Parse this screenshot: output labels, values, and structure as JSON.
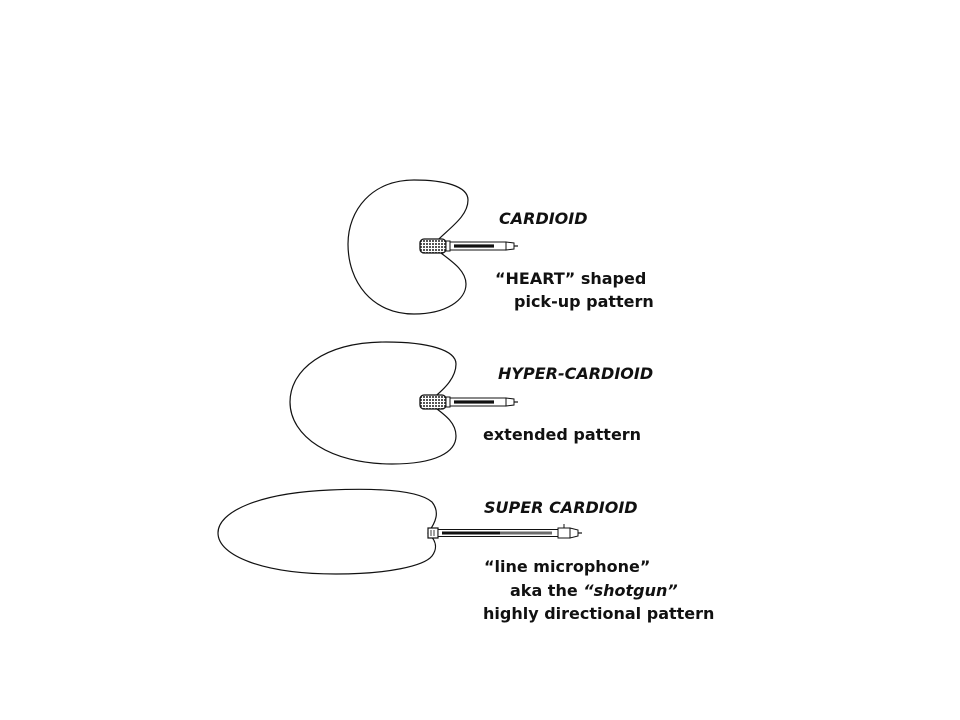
{
  "cardioid": {
    "title": "CARDIOID",
    "desc_line1": "“HEART” shaped",
    "desc_line2": "pick-up  pattern"
  },
  "hyper_cardioid": {
    "title": "HYPER-CARDIOID",
    "desc_line1": "extended pattern"
  },
  "super_cardioid": {
    "title": "SUPER CARDIOID",
    "desc_line1": "“line microphone”",
    "desc_line2_prefix": "aka the ",
    "desc_line2_emphasis": "“shotgun”",
    "desc_line3": "highly directional pattern"
  },
  "colors": {
    "ink": "#111111",
    "grille": "#8a8a8a",
    "background": "#ffffff"
  },
  "icons": [
    "microphone-icon",
    "shotgun-microphone-icon"
  ]
}
